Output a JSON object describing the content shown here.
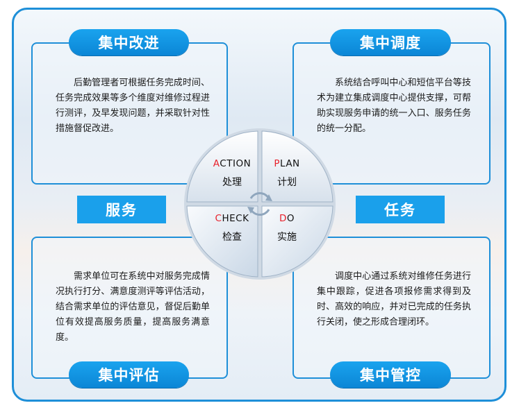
{
  "colors": {
    "accent": "#1e8fd8",
    "pill": "#0b86d6",
    "highlight_letter": "#e8212b"
  },
  "top_left": {
    "title": "集中改进",
    "text": "后勤管理者可根据任务完成时间、任务完成效果等多个维度对维修过程进行测评，及早发现问题，并采取针对性措施督促改进。"
  },
  "top_right": {
    "title": "集中调度",
    "text": "系统结合呼叫中心和短信平台等技术为建立集成调度中心提供支撑，可帮助实现服务申请的统一入口、服务任务的统一分配。"
  },
  "bottom_left": {
    "title": "集中评估",
    "text": "需求单位可在系统中对服务完成情况执行打分、满意度测评等评估活动，结合需求单位的评估意见，督促后勤单位有效提高服务质量，提高服务满意度。"
  },
  "bottom_right": {
    "title": "集中管控",
    "text": "调度中心通过系统对维修任务进行集中跟踪，促进各项报修需求得到及时、高效的响应，并对已完成的任务执行关闭，使之形成合理闭环。"
  },
  "side_left": "服务",
  "side_right": "任务",
  "cycle": {
    "action": {
      "first": "A",
      "rest": "CTION",
      "cn": "处理"
    },
    "plan": {
      "first": "P",
      "rest": "LAN",
      "cn": "计划"
    },
    "check": {
      "first": "C",
      "rest": "HECK",
      "cn": "检查"
    },
    "do": {
      "first": "D",
      "rest": "O",
      "cn": "实施"
    }
  },
  "icons": {
    "center": "cycle-arrows-icon"
  }
}
